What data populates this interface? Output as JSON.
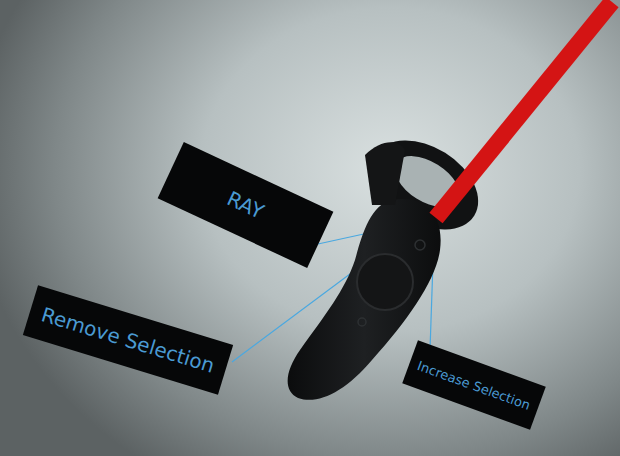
{
  "diagram": {
    "nodes": [
      {
        "text": [
          "RAY"
        ]
      },
      {
        "text": [
          "Remove Selection"
        ]
      },
      {
        "text": [
          "Increase Selection"
        ]
      }
    ]
  }
}
